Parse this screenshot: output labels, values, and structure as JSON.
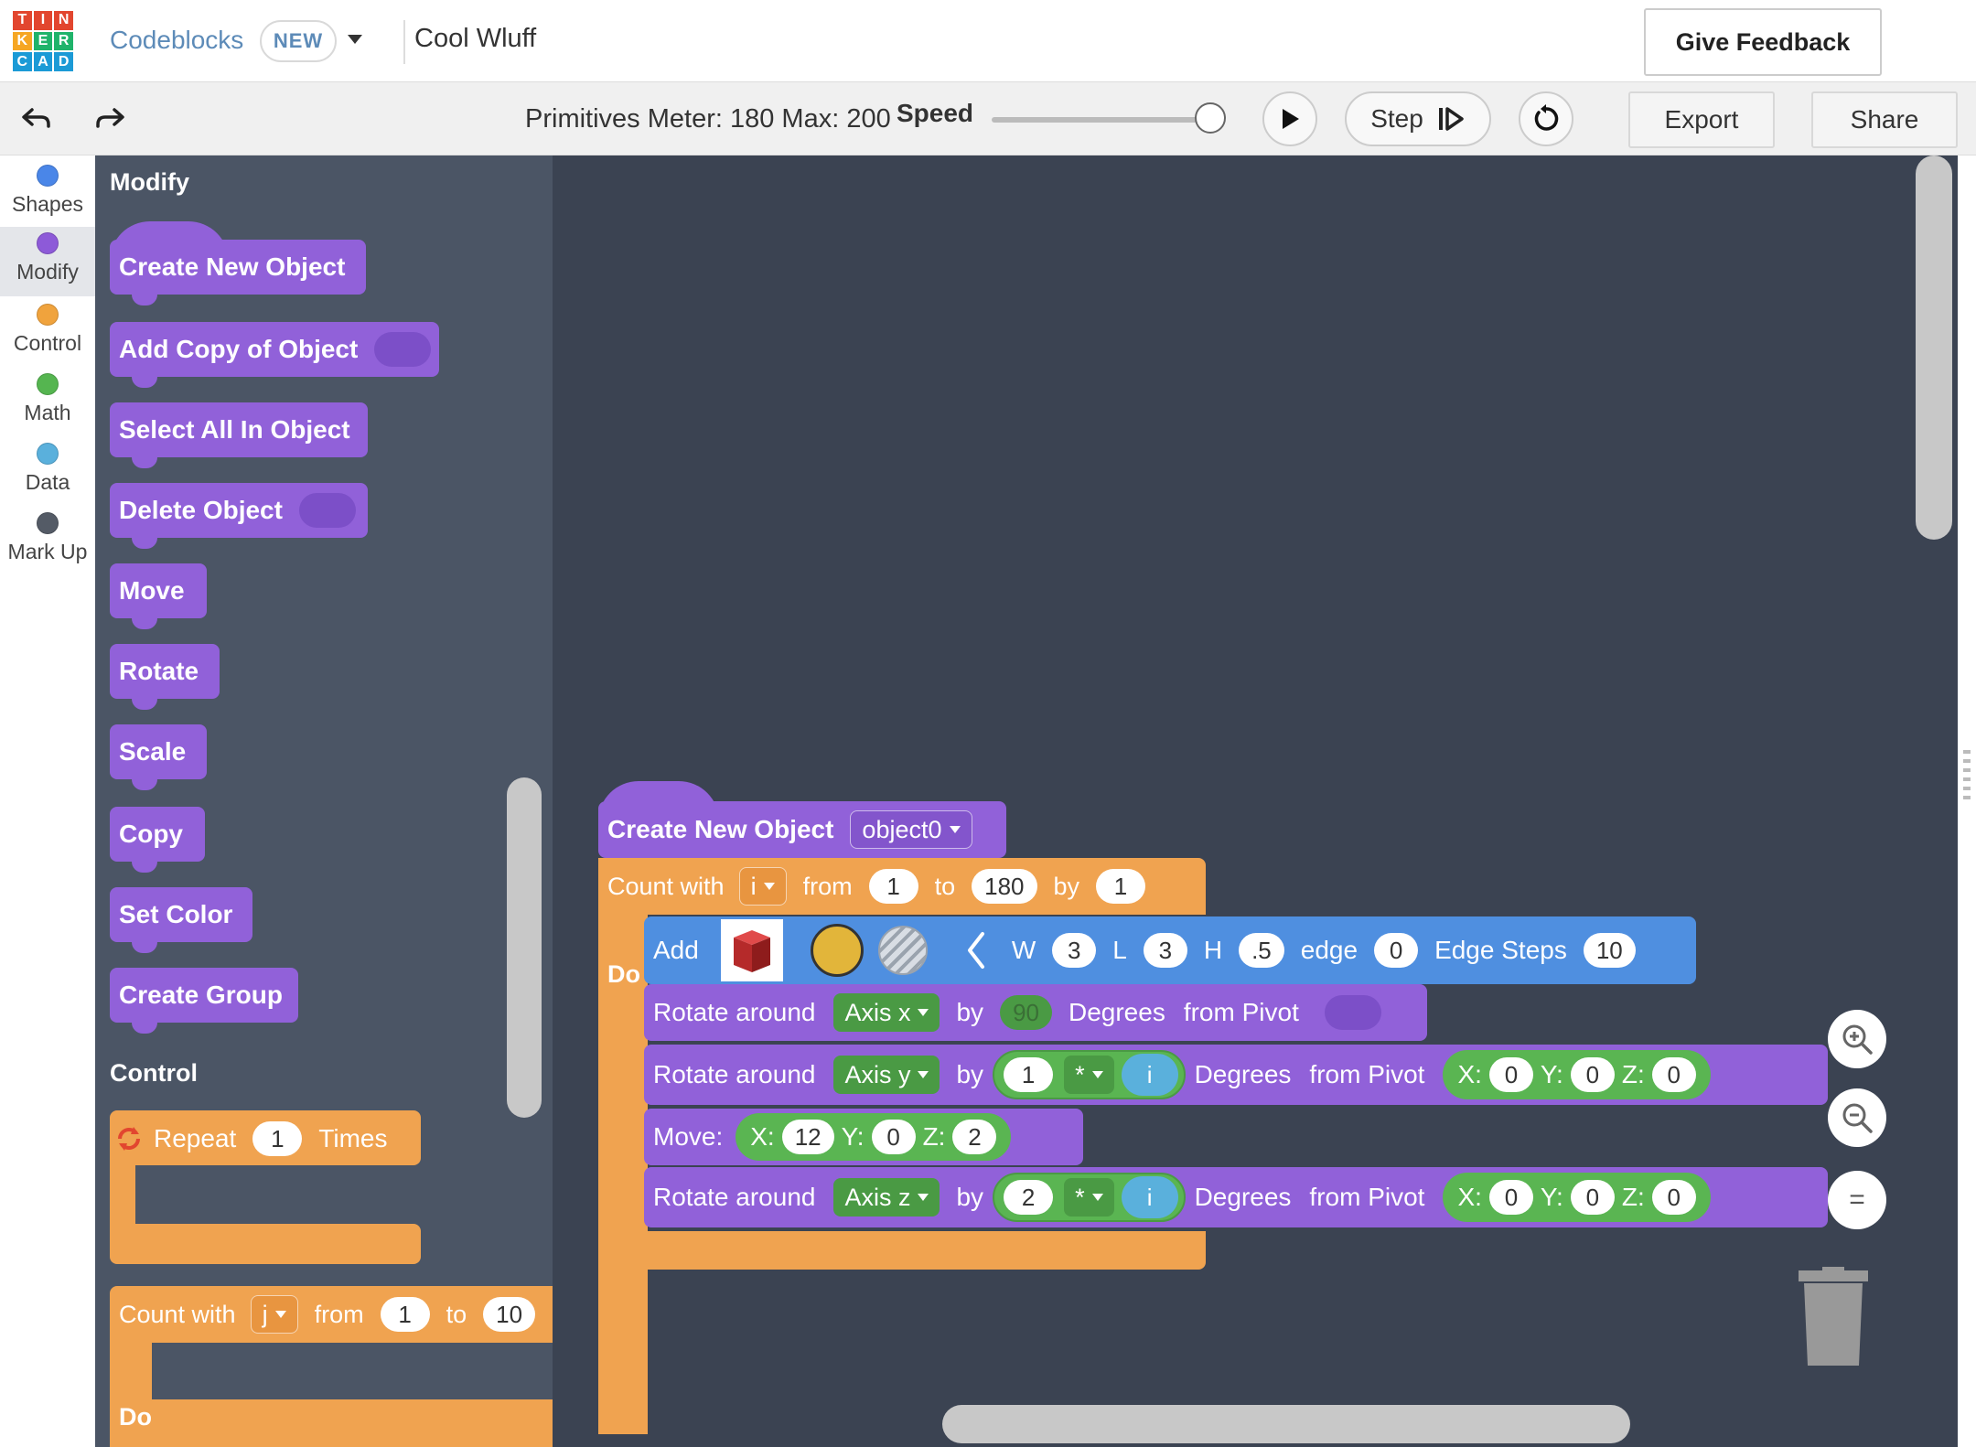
{
  "header": {
    "logo_letters": [
      "T",
      "I",
      "N",
      "K",
      "E",
      "R",
      "C",
      "A",
      "D"
    ],
    "logo_colors": [
      "#e2462f",
      "#e2462f",
      "#e2462f",
      "#f6a623",
      "#1fb36a",
      "#1fb36a",
      "#1b9ad6",
      "#1b9ad6",
      "#1b9ad6"
    ],
    "app_name": "Codeblocks",
    "badge": "NEW",
    "doc_name": "Cool Wluff",
    "feedback": "Give Feedback"
  },
  "toolbar": {
    "primitives": "Primitives Meter: 180 Max: 200",
    "speed_label": "Speed",
    "speed_value": 0.9,
    "step": "Step",
    "export": "Export",
    "share": "Share"
  },
  "categories": [
    {
      "label": "Shapes",
      "color": "#4a86e8"
    },
    {
      "label": "Modify",
      "color": "#8d5ad8"
    },
    {
      "label": "Control",
      "color": "#f0a33d"
    },
    {
      "label": "Math",
      "color": "#55b550"
    },
    {
      "label": "Data",
      "color": "#5ab0dc"
    },
    {
      "label": "Mark Up",
      "color": "#545b66"
    }
  ],
  "flyout": {
    "modify_title": "Modify",
    "modify_blocks": [
      "Create New Object",
      "Add Copy of Object",
      "Select All In Object",
      "Delete Object",
      "Move",
      "Rotate",
      "Scale",
      "Copy",
      "Set Color",
      "Create Group"
    ],
    "control_title": "Control",
    "repeat": {
      "label": "Repeat",
      "value": "1",
      "suffix": "Times"
    },
    "count": {
      "label": "Count with",
      "var": "j",
      "from": "from",
      "from_val": "1",
      "to": "to",
      "to_val": "10",
      "do": "Do"
    }
  },
  "workspace": {
    "create": {
      "label": "Create New Object",
      "object": "object0"
    },
    "count": {
      "label": "Count with",
      "var": "i",
      "from": "from",
      "from_val": "1",
      "to": "to",
      "to_val": "180",
      "by": "by",
      "by_val": "1",
      "do": "Do"
    },
    "add": {
      "label": "Add",
      "w": "W",
      "w_val": "3",
      "l": "L",
      "l_val": "3",
      "h": "H",
      "h_val": ".5",
      "edge": "edge",
      "edge_val": "0",
      "steps": "Edge Steps",
      "steps_val": "10"
    },
    "rot1": {
      "label": "Rotate around",
      "axis": "Axis x",
      "by": "by",
      "val": "90",
      "deg": "Degrees",
      "pivot": "from Pivot"
    },
    "rot2": {
      "label": "Rotate around",
      "axis": "Axis y",
      "by": "by",
      "a": "1",
      "op": "*",
      "b": "i",
      "deg": "Degrees",
      "pivot": "from Pivot",
      "x": "X:",
      "x_val": "0",
      "y": "Y:",
      "y_val": "0",
      "z": "Z:",
      "z_val": "0"
    },
    "move": {
      "label": "Move:",
      "x": "X:",
      "x_val": "12",
      "y": "Y:",
      "y_val": "0",
      "z": "Z:",
      "z_val": "2"
    },
    "rot3": {
      "label": "Rotate around",
      "axis": "Axis z",
      "by": "by",
      "a": "2",
      "op": "*",
      "b": "i",
      "deg": "Degrees",
      "pivot": "from Pivot",
      "x": "X:",
      "x_val": "0",
      "y": "Y:",
      "y_val": "0",
      "z": "Z:",
      "z_val": "0"
    },
    "reset_zoom": "="
  }
}
